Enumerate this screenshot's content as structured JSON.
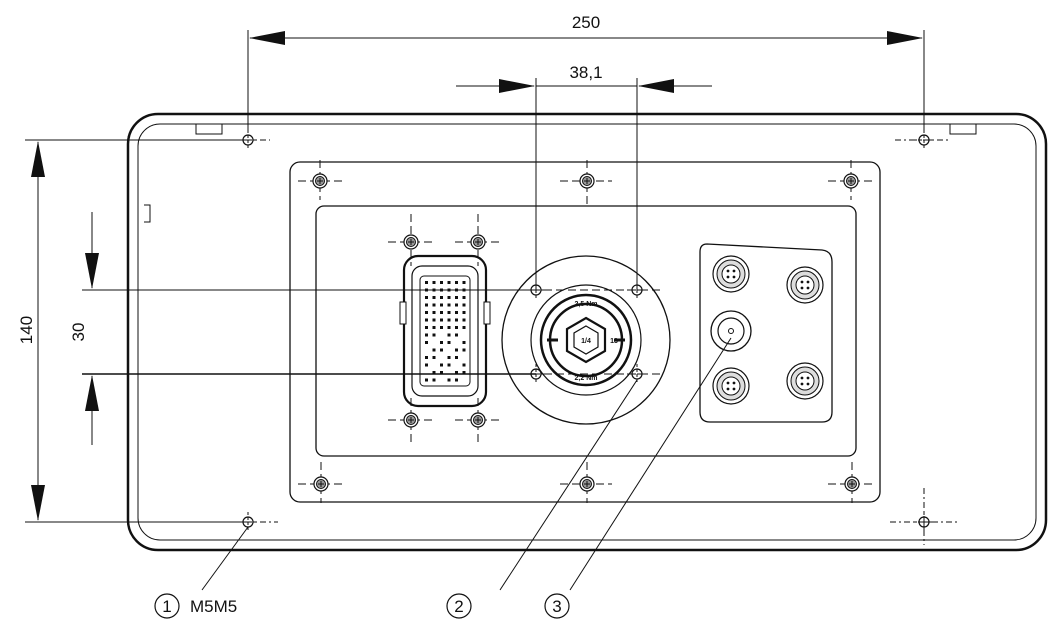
{
  "dimensions": {
    "width_overall": "250",
    "hole_spacing_horizontal": "38,1",
    "height_overall": "140",
    "hole_spacing_vertical": "30"
  },
  "callouts": [
    {
      "number": "1",
      "label": "M5M5"
    },
    {
      "number": "2",
      "label": ""
    },
    {
      "number": "3",
      "label": ""
    }
  ],
  "connector_markings": {
    "top": "2,5 Nm",
    "bottom": "2,2 Nm",
    "center": "1/4",
    "right": "13"
  },
  "colors": {
    "line": "#111111",
    "background": "#ffffff"
  }
}
